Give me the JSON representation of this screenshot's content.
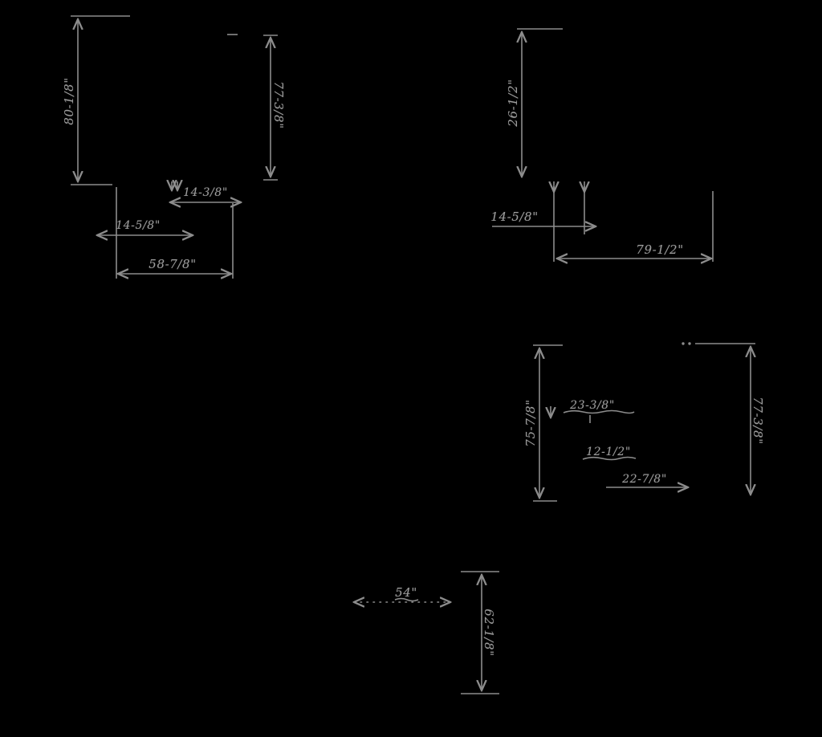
{
  "page": {
    "background_color": "#000000",
    "line_color": "#8c8c8c",
    "text_color": "#9c9c9c",
    "description": "Furniture dimension drawing, gray sketch lines on black"
  },
  "dims": {
    "tl": {
      "height_left": "80-1/8\"",
      "height_right": "77-3/8\"",
      "small_top": "14-3/8\"",
      "small_mid": "14-5/8\"",
      "width": "58-7/8\""
    },
    "tr": {
      "height": "26-1/2\"",
      "offset": "14-5/8\"",
      "width": "79-1/2\""
    },
    "mr": {
      "height_left": "75-7/8\"",
      "height_right": "77-3/8\"",
      "dim_a": "23-3/8\"",
      "dim_b": "12-1/2\"",
      "dim_c": "22-7/8\""
    },
    "bm": {
      "width": "54\"",
      "height": "62-1/8\""
    }
  }
}
